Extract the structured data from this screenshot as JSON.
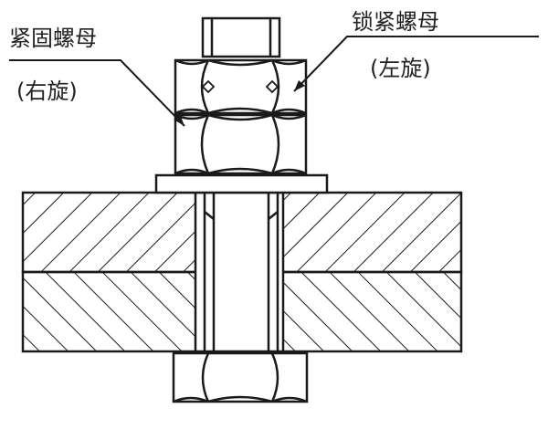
{
  "labels": {
    "fastening_nut": "紧固螺母",
    "fastening_nut_dir": "(右旋)",
    "lock_nut": "锁紧螺母",
    "lock_nut_dir": "(左旋)"
  },
  "colors": {
    "stroke": "#1a1a1a",
    "background": "#ffffff"
  }
}
